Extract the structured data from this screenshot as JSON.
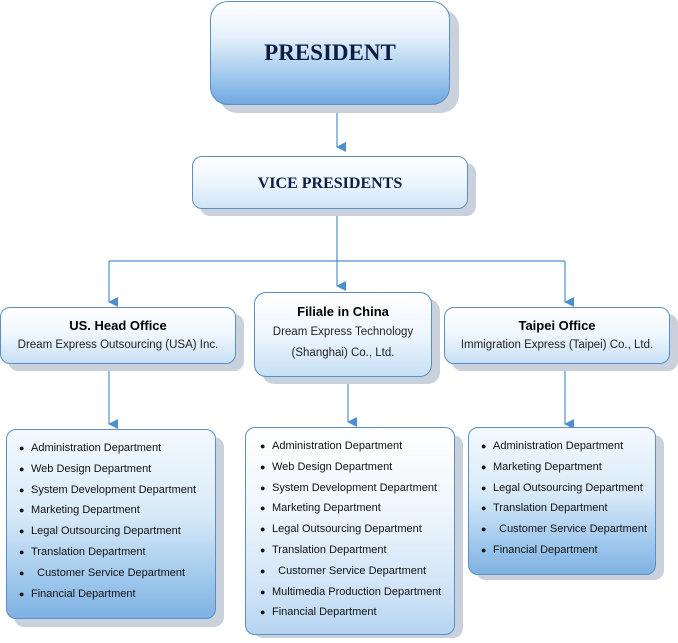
{
  "president": {
    "title": "PRESIDENT"
  },
  "vice_presidents": {
    "title": "VICE PRESIDENTS"
  },
  "offices": [
    {
      "title": "US. Head Office",
      "subtitle_lines": [
        "Dream Express Outsourcing (USA) Inc."
      ],
      "departments": [
        "Administration Department",
        "Web Design Department",
        "System Development Department",
        "Marketing Department",
        "Legal Outsourcing Department",
        "Translation Department",
        "Customer Service Department",
        "Financial Department"
      ]
    },
    {
      "title": "Filiale in China",
      "subtitle_lines": [
        "Dream Express Technology",
        "(Shanghai) Co., Ltd."
      ],
      "departments": [
        "Administration Department",
        "Web Design Department",
        "System Development Department",
        "Marketing Department",
        "Legal Outsourcing Department",
        "Translation Department",
        "Customer Service Department",
        "Multimedia Production Department",
        "Financial Department"
      ]
    },
    {
      "title": "Taipei Office",
      "subtitle_lines": [
        "Immigration Express (Taipei) Co., Ltd."
      ],
      "departments": [
        "Administration Department",
        "Marketing Department",
        "Legal Outsourcing Department",
        "Translation Department",
        "Customer Service Department",
        "Financial Department"
      ]
    }
  ],
  "colors": {
    "connector": "#4f8fcf",
    "border": "#5b8fc4",
    "title_text": "#0f1d44"
  }
}
